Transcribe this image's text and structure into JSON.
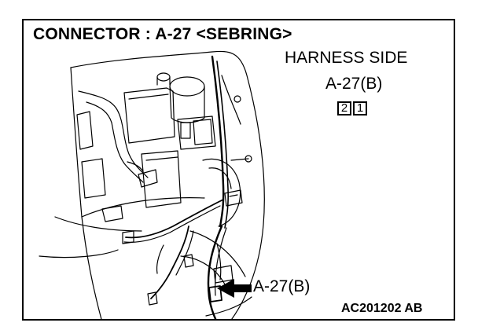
{
  "title": "CONNECTOR : A-27 <SEBRING>",
  "harness_side_label": "HARNESS SIDE",
  "harness_connector_id": "A-27(B)",
  "pins": [
    "2",
    "1"
  ],
  "callout_label": "A-27(B)",
  "reference_code": "AC201202 AB",
  "icons": {
    "pointer": "arrow-left-icon"
  }
}
